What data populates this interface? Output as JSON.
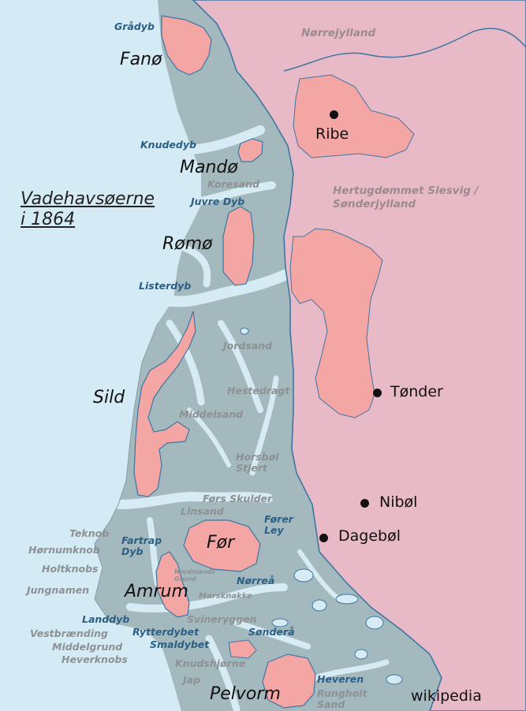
{
  "title": "Vadehavsøerne\ni 1864",
  "credit": "wikipedia",
  "colors": {
    "sea": "#d4eaf4",
    "wadden_shoal": "#a4b9bd",
    "channel": "#d6ebf3",
    "mainland": "#e8bac8",
    "marsh_land": "#f4a6a4",
    "coastline": "#3d76a2",
    "deep_label": "#2a5f86",
    "sand_label": "#8c9193",
    "region_label": "#9b8a8e"
  },
  "regions": {
    "nørrejylland": "Nørrejylland",
    "slesvig": "Hertugdømmet Slesvig /\nSønderjylland"
  },
  "towns": {
    "ribe": "Ribe",
    "tønder": "Tønder",
    "nibøl": "Nibøl",
    "dagebøl": "Dagebøl"
  },
  "islands": {
    "fanø": "Fanø",
    "mandø": "Mandø",
    "rømø": "Rømø",
    "sild": "Sild",
    "før": "Før",
    "amrum": "Amrum",
    "pelvorm": "Pelvorm"
  },
  "deeps": {
    "grådyb": "Grådyb",
    "knudedyb": "Knudedyb",
    "juvre_dyb": "Juvre Dyb",
    "listerdyb": "Listerdyb",
    "fartrap_dyb": "Fartrap\nDyb",
    "fører_ley": "Fører\nLey",
    "nørreå": "Nørreå",
    "landdyb": "Landdyb",
    "rytterdybet": "Rytterdybet",
    "smaldybet": "Smaldybet",
    "sønderå": "Sønderå",
    "heveren": "Heveren"
  },
  "sands": {
    "koresand": "Koresand",
    "jordsand": "Jordsand",
    "hestedragt": "Hestedragt",
    "middelsand": "Middelsand",
    "horsbøl_stjert": "Horsbøl\nStjert",
    "førs_skulder": "Førs Skulder",
    "linsand": "Linsand",
    "teknob": "Teknob",
    "hørnumknob": "Hørnumknob",
    "holtknobs": "Holtknobs",
    "jungnamen": "Jungnamen",
    "nordmands_grund": "Nordmands\nGrund",
    "marsknakke": "Marsknakke",
    "svineryggen": "Svineryggen",
    "vestbrænding": "Vestbrænding",
    "middelgrund": "Middelgrund",
    "heverknobs": "Heverknobs",
    "knudshjørne": "Knudshjørne",
    "jap": "Jap",
    "runghold_sand": "Rungholt\nSand"
  }
}
